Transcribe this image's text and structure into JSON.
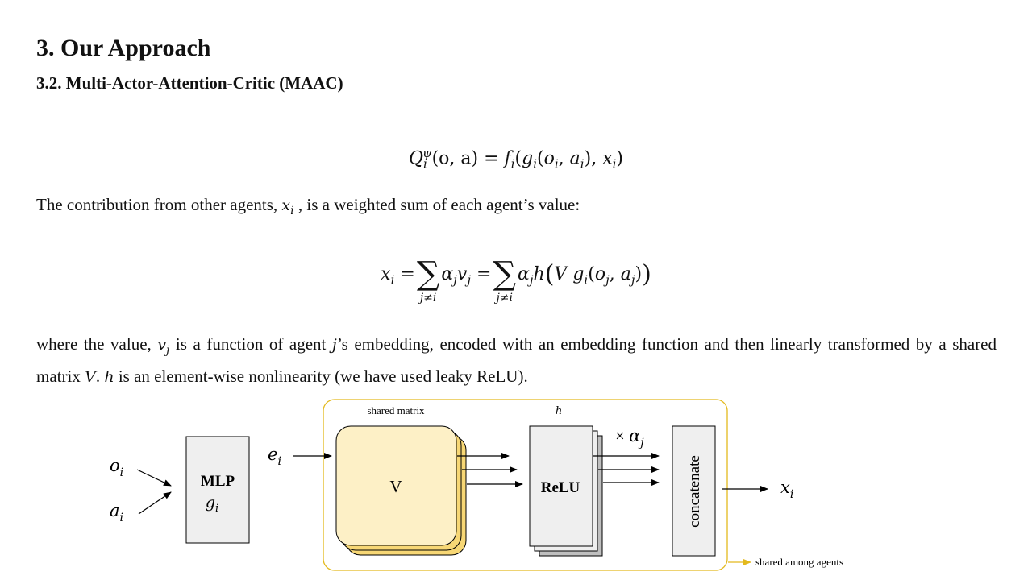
{
  "heading": "3. Our Approach",
  "subheading": "3.2. Multi-Actor-Attention-Critic (MAAC)",
  "text": {
    "para1_before": "The contribution from other agents, ",
    "para1_after": " , is a weighted sum of each agent’s value:",
    "para2_a": "where the value, ",
    "para2_b": " is a function of agent ",
    "para2_c": "’s embedding, encoded with an embedding function and then linearly transformed by a shared matrix ",
    "para2_d": ". ",
    "para2_e": " is an element-wise nonlinearity (we have used leaky ReLU)."
  },
  "math": {
    "x": "x",
    "i": "i",
    "j": "j",
    "v": "v",
    "V": "V",
    "h": "h",
    "q_letter": "Q",
    "q_sup": "ψ",
    "q_args": "(o, a) = ",
    "f": "f",
    "g": "g",
    "o": "o",
    "a": "a",
    "open_paren": "(",
    "close_paren": ")",
    "comma": ", ",
    "equals": " = ",
    "alpha": "α",
    "sum": "∑",
    "sum_limit": "j≠i",
    "big_open": "(",
    "big_close": ")"
  },
  "diagram": {
    "input_o": "o",
    "input_a": "a",
    "sub_i": "i",
    "sub_j": "j",
    "mlp_label": "MLP",
    "mlp_func": "g",
    "embedding": "e",
    "v_label": "V",
    "shared_matrix_label": "shared matrix",
    "h_label": "h",
    "relu_label": "ReLU",
    "weight_times": "× ",
    "weight_alpha": "α",
    "concat_label": "concatenate",
    "output_x": "x",
    "shared_note": "shared among agents",
    "colors": {
      "v_fill": "#fdf0c6",
      "v_back": "#f7d775",
      "container_border": "#e3b91d",
      "box_fill": "#efefef",
      "relu_back": "#bfbfbf",
      "note_arrow": "#e3b91d"
    }
  }
}
